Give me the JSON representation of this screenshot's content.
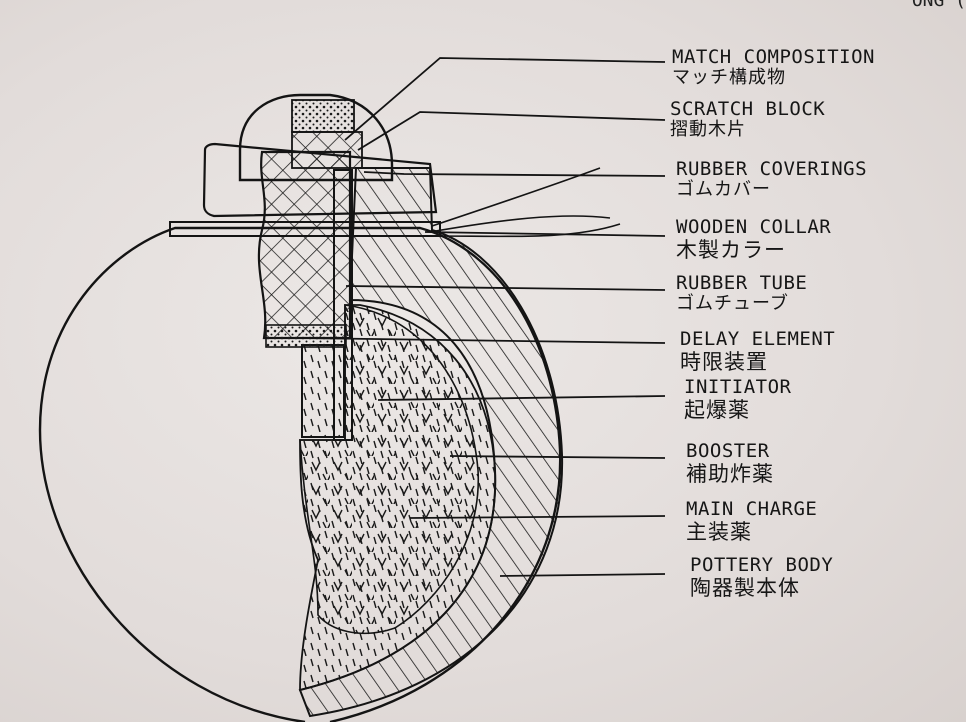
{
  "corner_text": "ONG (",
  "labels": [
    {
      "id": "match-composition",
      "en": "MATCH COMPOSITION",
      "jp": "マッチ構成物"
    },
    {
      "id": "scratch-block",
      "en": "SCRATCH BLOCK",
      "jp": "摺動木片"
    },
    {
      "id": "rubber-coverings",
      "en": "RUBBER COVERINGS",
      "jp": "ゴムカバー"
    },
    {
      "id": "wooden-collar",
      "en": "WOODEN COLLAR",
      "jp": "木製カラー"
    },
    {
      "id": "rubber-tube",
      "en": "RUBBER TUBE",
      "jp": "ゴムチューブ"
    },
    {
      "id": "delay-element",
      "en": "DELAY ELEMENT",
      "jp": "時限装置"
    },
    {
      "id": "initiator",
      "en": "INITIATOR",
      "jp": "起爆薬"
    },
    {
      "id": "booster",
      "en": "BOOSTER",
      "jp": "補助炸薬"
    },
    {
      "id": "main-charge",
      "en": "MAIN CHARGE",
      "jp": "主装薬"
    },
    {
      "id": "pottery-body",
      "en": "POTTERY BODY",
      "jp": "陶器製本体"
    }
  ]
}
